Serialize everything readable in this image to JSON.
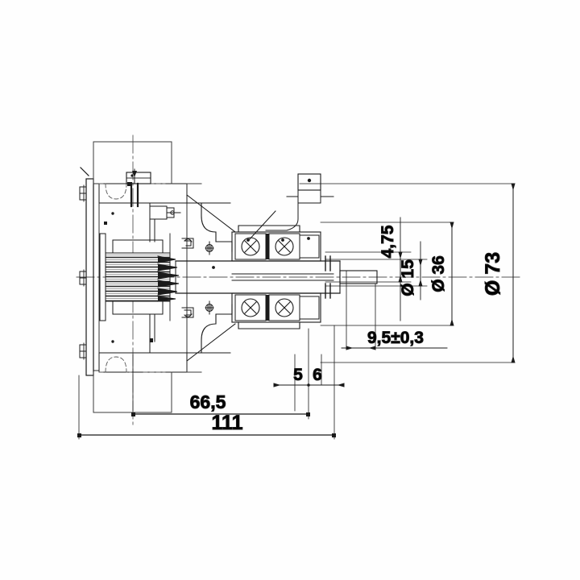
{
  "drawing": {
    "type": "technical-cross-section",
    "subject": "electromagnetic clutch / motor shaft assembly",
    "background_color": "#fefefe",
    "line_color": "#1a1a1a",
    "units": "mm"
  },
  "dimensions": {
    "horizontal": [
      {
        "id": "dim-5",
        "label": "5",
        "orientation": "horizontal"
      },
      {
        "id": "dim-6",
        "label": "6",
        "orientation": "horizontal"
      },
      {
        "id": "dim-9-5",
        "label": "9,5±0,3",
        "orientation": "horizontal"
      },
      {
        "id": "dim-66-5",
        "label": "66,5",
        "orientation": "horizontal"
      },
      {
        "id": "dim-111",
        "label": "111",
        "orientation": "horizontal"
      }
    ],
    "vertical": [
      {
        "id": "dim-4-75",
        "label": "4,75",
        "orientation": "vertical"
      },
      {
        "id": "dim-d15",
        "label": "Ø 15",
        "orientation": "vertical"
      },
      {
        "id": "dim-d36",
        "label": "Ø 36",
        "orientation": "vertical"
      },
      {
        "id": "dim-d73",
        "label": "Ø 73",
        "orientation": "vertical"
      }
    ]
  },
  "components": {
    "flange": "mounting-flange-left",
    "coil": "electromagnetic-coil-winding",
    "bearings": "ball-bearing-pair",
    "shaft": "output-shaft",
    "hub": "rotor-hub",
    "bearing_mark": "×"
  }
}
